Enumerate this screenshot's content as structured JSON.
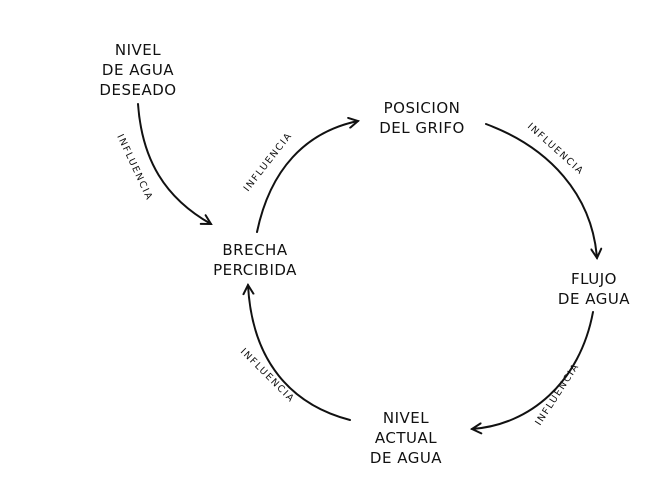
{
  "nodes": {
    "desired_level": [
      "NIVEL",
      "DE AGUA",
      "DESEADO"
    ],
    "perceived_gap": [
      "BRECHA",
      "PERCIBIDA"
    ],
    "faucet_position": [
      "POSICION",
      "DEL GRIFO"
    ],
    "water_flow": [
      "FLUJO",
      "DE AGUA"
    ],
    "actual_level": [
      "NIVEL",
      "ACTUAL",
      "DE AGUA"
    ]
  },
  "edge_label": "INFLUENCIA",
  "colors": {
    "ink": "#111111",
    "background": "#ffffff"
  }
}
